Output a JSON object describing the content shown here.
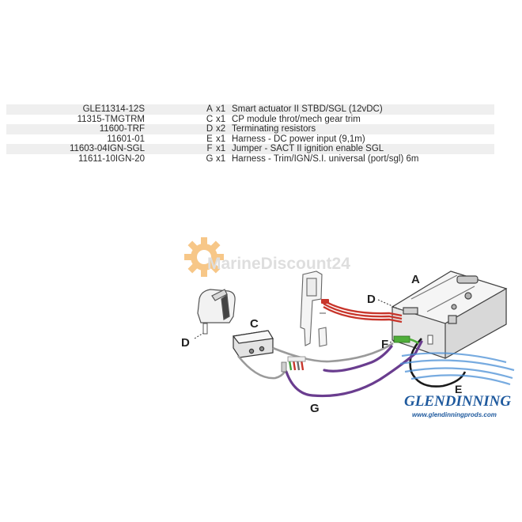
{
  "parts": [
    {
      "part_no": "GLE11314-12S",
      "letter": "A",
      "qty": "x1",
      "description": "Smart actuator II STBD/SGL (12vDC)"
    },
    {
      "part_no": "11315-TMGTRM",
      "letter": "C",
      "qty": "x1",
      "description": "CP module throt/mech gear trim"
    },
    {
      "part_no": "11600-TRF",
      "letter": "D",
      "qty": "x2",
      "description": "Terminating resistors"
    },
    {
      "part_no": "11601-01",
      "letter": "E",
      "qty": "x1",
      "description": "Harness - DC power input (9,1m)"
    },
    {
      "part_no": "11603-04IGN-SGL",
      "letter": "F",
      "qty": "x1",
      "description": "Jumper - SACT II ignition enable SGL"
    },
    {
      "part_no": "11611-10IGN-20",
      "letter": "G",
      "qty": "x1",
      "description": "Harness - Trim/IGN/S.I. universal (port/sgl) 6m"
    }
  ],
  "diagram_labels": {
    "a": "A",
    "c": "C",
    "d_left": "D",
    "d_right": "D",
    "e": "E",
    "f": "F",
    "g": "G"
  },
  "watermark": {
    "text": "MarineDiscount24"
  },
  "brand": {
    "name": "GLENDINNING",
    "url": "www.glendinningprods.com",
    "color": "#1f5a9e"
  },
  "colors": {
    "purple_harness": "#6a3d8f",
    "red_cable": "#c8352b",
    "grey_cable": "#9a9a9a",
    "black_harness": "#1a1a1a",
    "green_jumper": "#4fae3a",
    "watermark_orange": "#f2a33a"
  }
}
